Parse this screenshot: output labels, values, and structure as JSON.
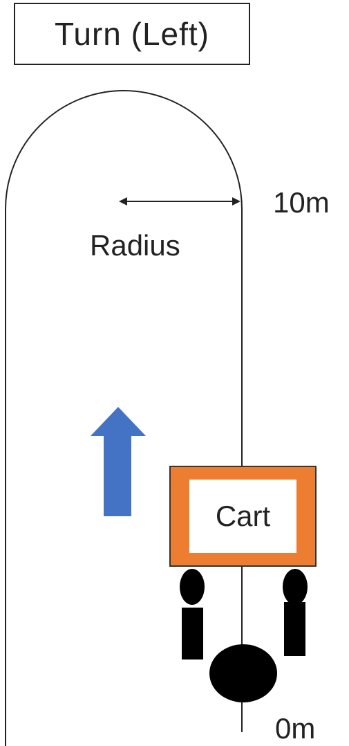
{
  "title": "Turn (Left)",
  "labels": {
    "radius": "Radius",
    "distance_top": "10m",
    "distance_bottom": "0m",
    "cart": "Cart"
  },
  "colors": {
    "cart_frame": "#ED7D31",
    "arrow": "#4472C4",
    "track": "#222222",
    "person": "#000000"
  },
  "icons": {
    "direction_arrow": "arrow-up-icon",
    "person": "person-topdown-icon"
  }
}
